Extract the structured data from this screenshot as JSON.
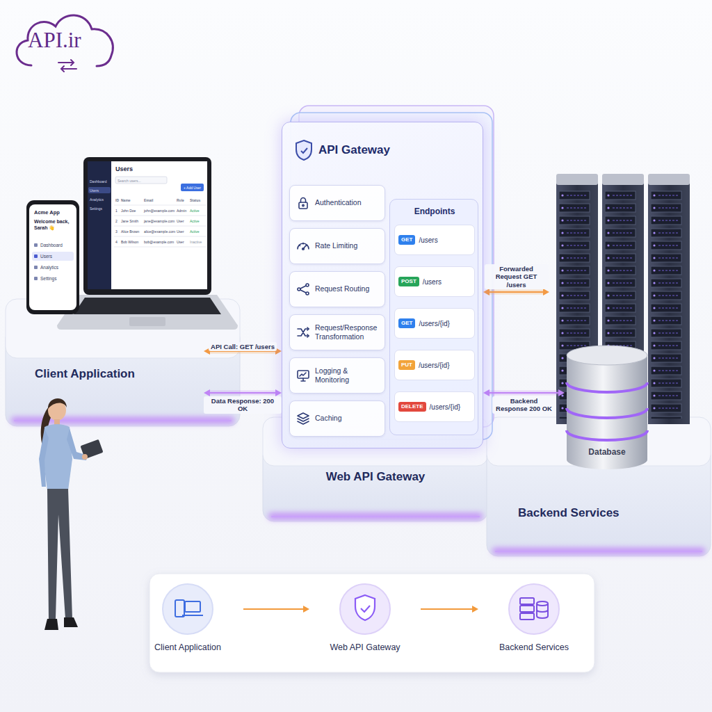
{
  "diagram": {
    "nodes": [
      {
        "text": [
          "Client Application"
        ]
      },
      {
        "text": [
          "API Gateway"
        ]
      },
      {
        "text": [
          "Authentication"
        ],
        "in": 1
      },
      {
        "text": [
          "Rate Limiting"
        ],
        "in": 1
      },
      {
        "text": [
          "Request Routing"
        ],
        "in": 1
      },
      {
        "text": [
          "Request/Response Transformation"
        ],
        "in": 1
      },
      {
        "text": [
          "Logging & Monitoring"
        ],
        "in": 1
      },
      {
        "text": [
          "Caching"
        ],
        "in": 1
      },
      {
        "text": [
          "Endpoints"
        ],
        "in": 1
      },
      {
        "text": [
          "GET",
          "/users"
        ],
        "in": 8
      },
      {
        "text": [
          "POST",
          "/users"
        ],
        "in": 8
      },
      {
        "text": [
          "GET",
          "/users/{id}"
        ],
        "in": 8
      },
      {
        "text": [
          "PUT",
          "/users/{id}"
        ],
        "in": 8
      },
      {
        "text": [
          "DELETE",
          "/users/{id}"
        ],
        "in": 8
      },
      {
        "text": [
          "Web API Gateway"
        ]
      },
      {
        "text": [
          "Backend Services"
        ]
      },
      {
        "text": [
          "Database"
        ],
        "in": 15
      },
      {
        "text": [
          "Client Application"
        ]
      },
      {
        "text": [
          "Web API Gateway"
        ]
      },
      {
        "text": [
          "Backend Services"
        ]
      }
    ],
    "edges": [
      {
        "from": 0,
        "to": 1,
        "label": "API Call: GET /users",
        "arrow": "both"
      },
      {
        "from": 0,
        "to": 1,
        "label": "Data Response: 200 OK",
        "arrow": "both"
      },
      {
        "from": 1,
        "to": 15,
        "label": "Forwarded Request GET /users",
        "arrow": "both"
      },
      {
        "from": 1,
        "to": 16,
        "label": "Backend Response 200 OK",
        "arrow": "both"
      },
      {
        "from": 17,
        "to": 18,
        "arrow": "to"
      },
      {
        "from": 18,
        "to": 19,
        "arrow": "to"
      }
    ],
    "labels": [
      "API.ir",
      "Acme App",
      "Welcome back, Sarah 👋",
      "Dashboard",
      "Users",
      "Analytics",
      "Settings",
      "Dashboard",
      "Users",
      "Analytics",
      "Settings",
      "Users",
      "Search users...",
      "+ Add User",
      "ID",
      "Name",
      "Email",
      "Role",
      "Status",
      "1",
      "John Doe",
      "john@example.com",
      "Admin",
      "Active",
      "2",
      "Jane Smith",
      "jane@example.com",
      "User",
      "Active",
      "3",
      "Alice Brown",
      "alice@example.com",
      "User",
      "Active",
      "4",
      "Bob Wilson",
      "bob@example.com",
      "User",
      "Inactive"
    ]
  }
}
